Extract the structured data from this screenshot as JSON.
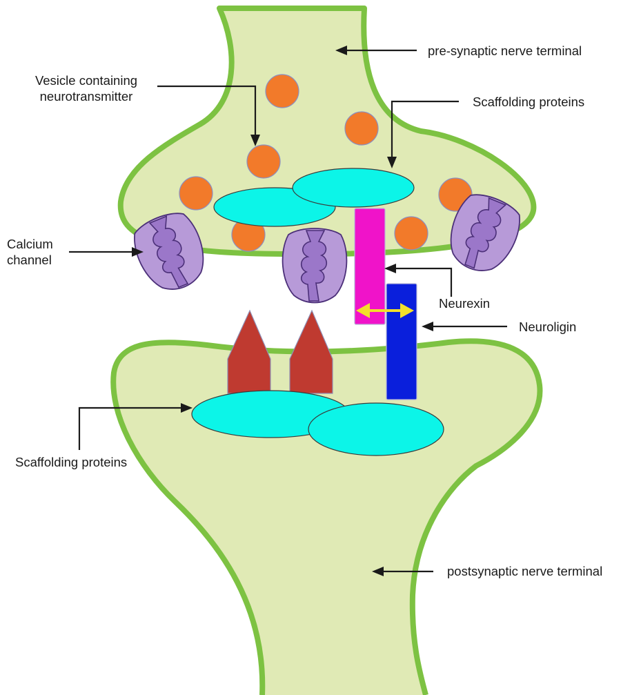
{
  "labels": {
    "presynaptic": "pre-synaptic nerve terminal",
    "vesicle_line1": "Vesicle containing",
    "vesicle_line2": "neurotransmitter",
    "scaffolding_top": "Scaffolding proteins",
    "calcium_line1": "Calcium",
    "calcium_line2": "channel",
    "neurexin": "Neurexin",
    "neuroligin": "Neuroligin",
    "scaffolding_bottom": "Scaffolding proteins",
    "postsynaptic": "postsynaptic nerve terminal"
  },
  "colors": {
    "membrane": "#7dc242",
    "cytoplasm": "#e0eab5",
    "vesicle": "#f27a2a",
    "scaffolding": "#0cf5e8",
    "calcium_channel": "#b79ad8",
    "calcium_channel_core": "#9b77c9",
    "neurexin": "#f013c9",
    "neuroligin": "#0a1fdc",
    "interaction_arrow": "#f2e02a",
    "receptor": "#bf3a30"
  }
}
